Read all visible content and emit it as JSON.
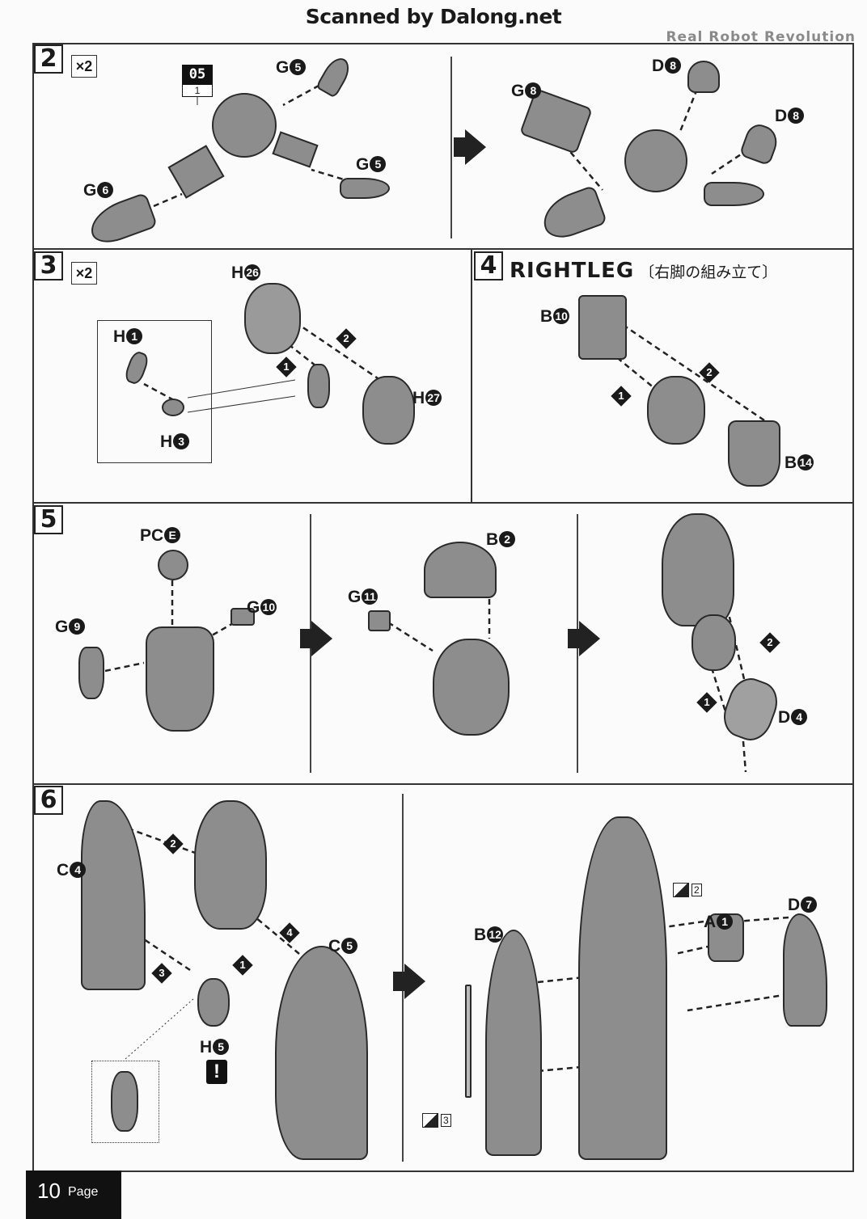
{
  "header": {
    "scan_credit": "Scanned by Dalong.net",
    "brand": "Real Robot Revolution"
  },
  "steps": {
    "s2": {
      "number": "2",
      "multiplier": "×2",
      "runner_tag": "05",
      "runner_tag_sub": "1",
      "labels": [
        {
          "letter": "G",
          "num": "5"
        },
        {
          "letter": "G",
          "num": "5"
        },
        {
          "letter": "G",
          "num": "6"
        },
        {
          "letter": "G",
          "num": "8"
        },
        {
          "letter": "D",
          "num": "8"
        },
        {
          "letter": "D",
          "num": "8"
        }
      ]
    },
    "s3": {
      "number": "3",
      "multiplier": "×2",
      "order": [
        "1",
        "2"
      ],
      "labels": [
        {
          "letter": "H",
          "num": "26"
        },
        {
          "letter": "H",
          "num": "1"
        },
        {
          "letter": "H",
          "num": "3"
        },
        {
          "letter": "H",
          "num": "27"
        }
      ]
    },
    "s4": {
      "number": "4",
      "title": "RIGHTLEG",
      "title_jp": "〔右脚の組み立て〕",
      "order": [
        "1",
        "2"
      ],
      "labels": [
        {
          "letter": "B",
          "num": "10"
        },
        {
          "letter": "B",
          "num": "14"
        }
      ]
    },
    "s5": {
      "number": "5",
      "order": [
        "1",
        "2"
      ],
      "labels": [
        {
          "letter": "PC",
          "num": "E"
        },
        {
          "letter": "G",
          "num": "10"
        },
        {
          "letter": "G",
          "num": "9"
        },
        {
          "letter": "G",
          "num": "11"
        },
        {
          "letter": "B",
          "num": "2"
        },
        {
          "letter": "D",
          "num": "4"
        }
      ]
    },
    "s6": {
      "number": "6",
      "order": [
        "1",
        "2",
        "3",
        "4"
      ],
      "warning": "!",
      "ref_a": "2",
      "ref_b": "3",
      "labels": [
        {
          "letter": "C",
          "num": "4"
        },
        {
          "letter": "C",
          "num": "5"
        },
        {
          "letter": "H",
          "num": "5"
        },
        {
          "letter": "B",
          "num": "12"
        },
        {
          "letter": "A",
          "num": "1"
        },
        {
          "letter": "D",
          "num": "7"
        }
      ]
    }
  },
  "footer": {
    "page_number": "10",
    "page_label": "Page"
  }
}
